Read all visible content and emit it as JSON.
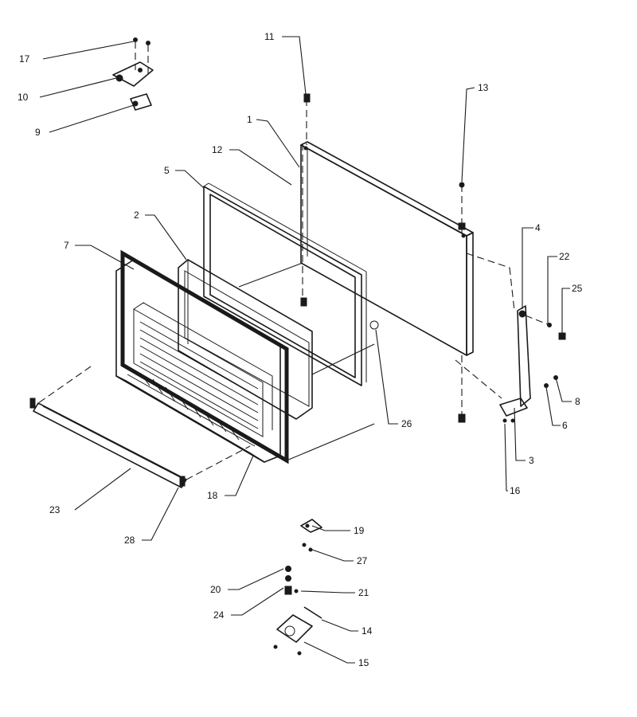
{
  "diagram": {
    "callouts": [
      {
        "id": "c17",
        "label": "17"
      },
      {
        "id": "c10",
        "label": "10"
      },
      {
        "id": "c9",
        "label": "9"
      },
      {
        "id": "c11",
        "label": "11"
      },
      {
        "id": "c13",
        "label": "13"
      },
      {
        "id": "c1",
        "label": "1"
      },
      {
        "id": "c12",
        "label": "12"
      },
      {
        "id": "c5",
        "label": "5"
      },
      {
        "id": "c2",
        "label": "2"
      },
      {
        "id": "c7",
        "label": "7"
      },
      {
        "id": "c4",
        "label": "4"
      },
      {
        "id": "c22",
        "label": "22"
      },
      {
        "id": "c25",
        "label": "25"
      },
      {
        "id": "c8",
        "label": "8"
      },
      {
        "id": "c6",
        "label": "6"
      },
      {
        "id": "c26",
        "label": "26"
      },
      {
        "id": "c3",
        "label": "3"
      },
      {
        "id": "c16",
        "label": "16"
      },
      {
        "id": "c18",
        "label": "18"
      },
      {
        "id": "c23",
        "label": "23"
      },
      {
        "id": "c28",
        "label": "28"
      },
      {
        "id": "c19",
        "label": "19"
      },
      {
        "id": "c27",
        "label": "27"
      },
      {
        "id": "c20",
        "label": "20"
      },
      {
        "id": "c21",
        "label": "21"
      },
      {
        "id": "c24",
        "label": "24"
      },
      {
        "id": "c14",
        "label": "14"
      },
      {
        "id": "c15",
        "label": "15"
      }
    ]
  }
}
